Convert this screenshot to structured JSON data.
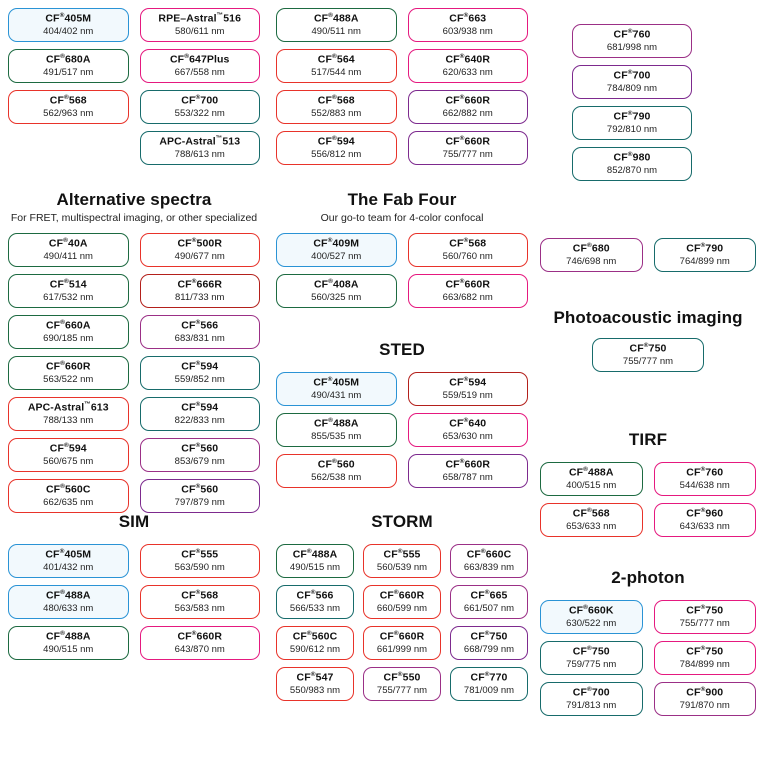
{
  "meta": {
    "registered_mark": "®",
    "nm_suffix": "nm"
  },
  "sections": [
    {
      "id": "top-left",
      "title": "",
      "subtitle": "",
      "columns": 2,
      "chips": [
        {
          "name": "CF",
          "sup": "®",
          "model": "405M",
          "value": "404/402 nm",
          "color": "blue"
        },
        {
          "name": "RPE–Astral",
          "sup": "™",
          "model": "516",
          "value": "580/611 nm",
          "color": "magenta"
        },
        {
          "name": "CF",
          "sup": "®",
          "model": "680A",
          "value": "491/517 nm",
          "color": "green"
        },
        {
          "name": "CF",
          "sup": "®",
          "model": "647Plus",
          "value": "667/558 nm",
          "color": "magenta"
        },
        {
          "name": "CF",
          "sup": "®",
          "model": "568",
          "value": "562/963 nm",
          "color": "red"
        },
        {
          "name": "CF",
          "sup": "®",
          "model": "700",
          "value": "553/322 nm",
          "color": "teal"
        },
        {
          "name": "",
          "sup": "",
          "model": "",
          "value": "",
          "color": "none"
        },
        {
          "name": "APC-Astral",
          "sup": "™",
          "model": "513",
          "value": "788/613 nm",
          "color": "teal"
        }
      ]
    },
    {
      "id": "top-middle",
      "title": "",
      "subtitle": "",
      "columns": 2,
      "chips": [
        {
          "name": "CF",
          "sup": "®",
          "model": "488A",
          "value": "490/511 nm",
          "color": "green"
        },
        {
          "name": "CF",
          "sup": "®",
          "model": "663",
          "value": "603/938 nm",
          "color": "magenta"
        },
        {
          "name": "CF",
          "sup": "®",
          "model": "564",
          "value": "517/544 nm",
          "color": "red"
        },
        {
          "name": "CF",
          "sup": "®",
          "model": "640R",
          "value": "620/633 nm",
          "color": "magenta"
        },
        {
          "name": "CF",
          "sup": "®",
          "model": "568",
          "value": "552/883 nm",
          "color": "red"
        },
        {
          "name": "CF",
          "sup": "®",
          "model": "660R",
          "value": "662/882 nm",
          "color": "purple"
        },
        {
          "name": "CF",
          "sup": "®",
          "model": "594",
          "value": "556/812 nm",
          "color": "red"
        },
        {
          "name": "CF",
          "sup": "®",
          "model": "660R",
          "value": "755/777 nm",
          "color": "purple"
        }
      ]
    },
    {
      "id": "top-right",
      "title": "",
      "subtitle": "",
      "columns": 1,
      "chips": [
        {
          "name": "CF",
          "sup": "®",
          "model": "760",
          "value": "681/998 nm",
          "color": "plum"
        },
        {
          "name": "CF",
          "sup": "®",
          "model": "700",
          "value": "784/809 nm",
          "color": "purple"
        },
        {
          "name": "CF",
          "sup": "®",
          "model": "790",
          "value": "792/810 nm",
          "color": "teal"
        },
        {
          "name": "CF",
          "sup": "®",
          "model": "980",
          "value": "852/870 nm",
          "color": "teal"
        }
      ]
    },
    {
      "id": "alternative-spectra",
      "title": "Alternative spectra",
      "subtitle": "For FRET, multispectral imaging, or other specialized",
      "columns": 2,
      "chips": [
        {
          "name": "CF",
          "sup": "®",
          "model": "40A",
          "value": "490/411 nm",
          "color": "green"
        },
        {
          "name": "CF",
          "sup": "®",
          "model": "500R",
          "value": "490/677 nm",
          "color": "red"
        },
        {
          "name": "CF",
          "sup": "®",
          "model": "514",
          "value": "617/532 nm",
          "color": "green"
        },
        {
          "name": "CF",
          "sup": "®",
          "model": "666R",
          "value": "811/733 nm",
          "color": "darkred"
        },
        {
          "name": "CF",
          "sup": "®",
          "model": "660A",
          "value": "690/185 nm",
          "color": "green"
        },
        {
          "name": "CF",
          "sup": "®",
          "model": "566",
          "value": "683/831 nm",
          "color": "plum"
        },
        {
          "name": "CF",
          "sup": "®",
          "model": "660R",
          "value": "563/522 nm",
          "color": "green"
        },
        {
          "name": "CF",
          "sup": "®",
          "model": "594",
          "value": "559/852 nm",
          "color": "teal"
        },
        {
          "name": "APC-Astral",
          "sup": "™",
          "model": "613",
          "value": "788/133 nm",
          "color": "red"
        },
        {
          "name": "CF",
          "sup": "®",
          "model": "594",
          "value": "822/833 nm",
          "color": "teal"
        },
        {
          "name": "CF",
          "sup": "®",
          "model": "594",
          "value": "560/675 nm",
          "color": "red"
        },
        {
          "name": "CF",
          "sup": "®",
          "model": "560",
          "value": "853/679 nm",
          "color": "plum"
        },
        {
          "name": "CF",
          "sup": "®",
          "model": "560C",
          "value": "662/635 nm",
          "color": "red"
        },
        {
          "name": "CF",
          "sup": "®",
          "model": "560",
          "value": "797/879 nm",
          "color": "purple"
        }
      ]
    },
    {
      "id": "fab-four",
      "title": "The Fab Four",
      "subtitle": "Our go-to team for 4-color confocal",
      "columns": 2,
      "chips": [
        {
          "name": "CF",
          "sup": "®",
          "model": "409M",
          "value": "400/527 nm",
          "color": "blue"
        },
        {
          "name": "CF",
          "sup": "®",
          "model": "568",
          "value": "560/760 nm",
          "color": "red"
        },
        {
          "name": "CF",
          "sup": "®",
          "model": "408A",
          "value": "560/325 nm",
          "color": "green"
        },
        {
          "name": "CF",
          "sup": "®",
          "model": "660R",
          "value": "663/682 nm",
          "color": "magenta"
        }
      ]
    },
    {
      "id": "sted",
      "title": "STED",
      "subtitle": "",
      "columns": 2,
      "chips": [
        {
          "name": "CF",
          "sup": "®",
          "model": "405M",
          "value": "490/431 nm",
          "color": "blue"
        },
        {
          "name": "CF",
          "sup": "®",
          "model": "594",
          "value": "559/519 nm",
          "color": "darkred"
        },
        {
          "name": "CF",
          "sup": "®",
          "model": "488A",
          "value": "855/535 nm",
          "color": "green"
        },
        {
          "name": "CF",
          "sup": "®",
          "model": "640",
          "value": "653/630 nm",
          "color": "magenta"
        },
        {
          "name": "CF",
          "sup": "®",
          "model": "560",
          "value": "562/538 nm",
          "color": "red"
        },
        {
          "name": "CF",
          "sup": "®",
          "model": "660R",
          "value": "658/787 nm",
          "color": "purple"
        }
      ]
    },
    {
      "id": "sim",
      "title": "SIM",
      "subtitle": "",
      "columns": 2,
      "chips": [
        {
          "name": "CF",
          "sup": "®",
          "model": "405M",
          "value": "401/432 nm",
          "color": "blue"
        },
        {
          "name": "CF",
          "sup": "®",
          "model": "555",
          "value": "563/590 nm",
          "color": "red"
        },
        {
          "name": "CF",
          "sup": "®",
          "model": "488A",
          "value": "480/633 nm",
          "color": "blue"
        },
        {
          "name": "CF",
          "sup": "®",
          "model": "568",
          "value": "563/583 nm",
          "color": "red"
        },
        {
          "name": "CF",
          "sup": "®",
          "model": "488A",
          "value": "490/515 nm",
          "color": "green"
        },
        {
          "name": "CF",
          "sup": "®",
          "model": "660R",
          "value": "643/870 nm",
          "color": "magenta"
        }
      ]
    },
    {
      "id": "storm",
      "title": "STORM",
      "subtitle": "",
      "columns": 3,
      "chips": [
        {
          "name": "CF",
          "sup": "®",
          "model": "488A",
          "value": "490/515 nm",
          "color": "green"
        },
        {
          "name": "CF",
          "sup": "®",
          "model": "555",
          "value": "560/539 nm",
          "color": "red"
        },
        {
          "name": "CF",
          "sup": "®",
          "model": "660C",
          "value": "663/839 nm",
          "color": "plum"
        },
        {
          "name": "CF",
          "sup": "®",
          "model": "566",
          "value": "566/533 nm",
          "color": "teal"
        },
        {
          "name": "CF",
          "sup": "®",
          "model": "660R",
          "value": "660/599 nm",
          "color": "red"
        },
        {
          "name": "CF",
          "sup": "®",
          "model": "665",
          "value": "661/507 nm",
          "color": "plum"
        },
        {
          "name": "CF",
          "sup": "®",
          "model": "560C",
          "value": "590/612 nm",
          "color": "red"
        },
        {
          "name": "CF",
          "sup": "®",
          "model": "660R",
          "value": "661/999 nm",
          "color": "red"
        },
        {
          "name": "CF",
          "sup": "®",
          "model": "750",
          "value": "668/799 nm",
          "color": "purple"
        },
        {
          "name": "CF",
          "sup": "®",
          "model": "547",
          "value": "550/983 nm",
          "color": "red"
        },
        {
          "name": "CF",
          "sup": "®",
          "model": "550",
          "value": "755/777 nm",
          "color": "plum"
        },
        {
          "name": "CF",
          "sup": "®",
          "model": "770",
          "value": "781/009 nm",
          "color": "teal"
        }
      ]
    },
    {
      "id": "right-pair",
      "title": "",
      "subtitle": "",
      "columns": 2,
      "chips": [
        {
          "name": "CF",
          "sup": "®",
          "model": "680",
          "value": "746/698 nm",
          "color": "plum"
        },
        {
          "name": "CF",
          "sup": "®",
          "model": "790",
          "value": "764/899 nm",
          "color": "teal"
        }
      ]
    },
    {
      "id": "photoacoustic",
      "title": "Photoacoustic imaging",
      "subtitle": "",
      "columns": 1,
      "chips": [
        {
          "name": "CF",
          "sup": "®",
          "model": "750",
          "value": "755/777 nm",
          "color": "teal"
        }
      ]
    },
    {
      "id": "tirf",
      "title": "TIRF",
      "subtitle": "",
      "columns": 2,
      "chips": [
        {
          "name": "CF",
          "sup": "®",
          "model": "488A",
          "value": "400/515 nm",
          "color": "green"
        },
        {
          "name": "CF",
          "sup": "®",
          "model": "760",
          "value": "544/638 nm",
          "color": "magenta"
        },
        {
          "name": "CF",
          "sup": "®",
          "model": "568",
          "value": "653/633 nm",
          "color": "red"
        },
        {
          "name": "CF",
          "sup": "®",
          "model": "960",
          "value": "643/633 nm",
          "color": "magenta"
        }
      ]
    },
    {
      "id": "two-photon",
      "title": "2-photon",
      "subtitle": "",
      "columns": 2,
      "chips": [
        {
          "name": "CF",
          "sup": "®",
          "model": "660K",
          "value": "630/522 nm",
          "color": "blue"
        },
        {
          "name": "CF",
          "sup": "®",
          "model": "750",
          "value": "755/777 nm",
          "color": "magenta"
        },
        {
          "name": "CF",
          "sup": "®",
          "model": "750",
          "value": "759/775 nm",
          "color": "teal"
        },
        {
          "name": "CF",
          "sup": "®",
          "model": "750",
          "value": "784/899 nm",
          "color": "magenta"
        },
        {
          "name": "CF",
          "sup": "®",
          "model": "700",
          "value": "791/813 nm",
          "color": "teal"
        },
        {
          "name": "CF",
          "sup": "®",
          "model": "900",
          "value": "791/870 nm",
          "color": "plum"
        }
      ]
    }
  ],
  "colors": {
    "blue": "#2a93d5",
    "green": "#1d6a41",
    "red": "#e8332a",
    "magenta": "#e5197f",
    "purple": "#7d2a8e",
    "teal": "#176b6b",
    "darkred": "#b3201b",
    "plum": "#9b2f86"
  }
}
